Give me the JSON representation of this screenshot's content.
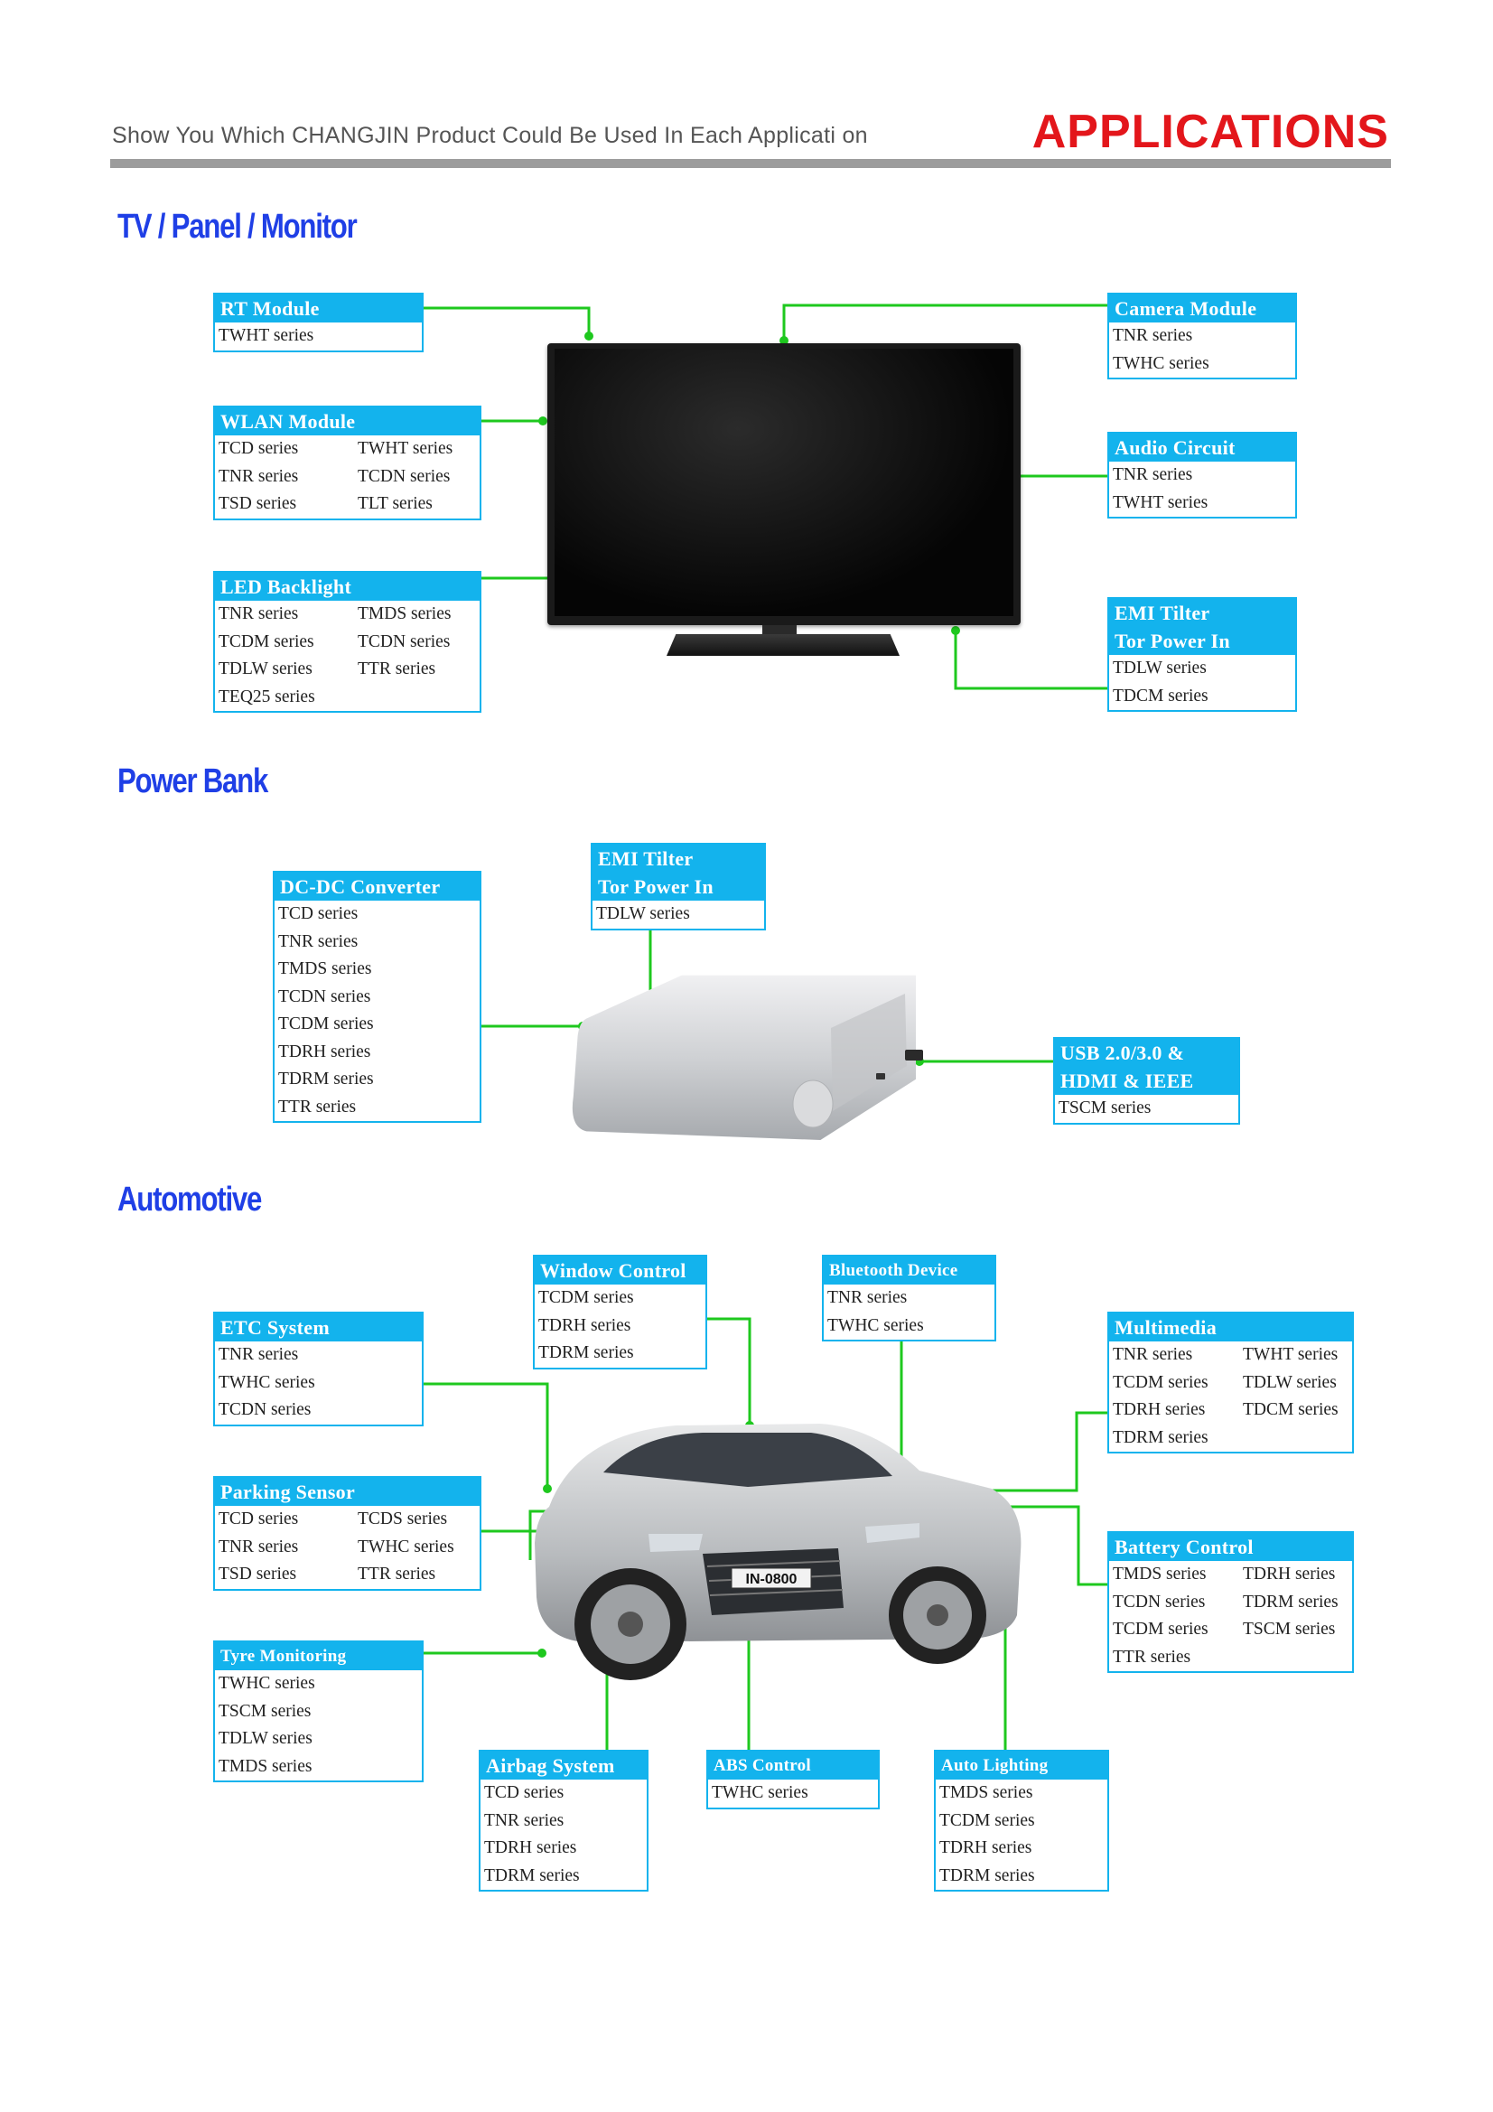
{
  "header": {
    "subtitle": "Show You Which CHANGJIN Product Could Be Used In Each Applicati on",
    "title": "APPLICATIONS"
  },
  "sections": {
    "tv": "TV / Panel / Monitor",
    "powerbank": "Power Bank",
    "automotive": "Automotive"
  },
  "tv": {
    "rt": {
      "title": "RT Module",
      "items": [
        "TWHT series"
      ]
    },
    "wlan": {
      "title": "WLAN Module",
      "items": [
        "TCD series",
        "TWHT series",
        "TNR series",
        "TCDN series",
        "TSD series",
        "TLT series"
      ]
    },
    "led": {
      "title": "LED Backlight",
      "items": [
        "TNR series",
        "TMDS series",
        "TCDM series",
        "TCDN series",
        "TDLW series",
        "TTR series",
        "TEQ25 series"
      ]
    },
    "camera": {
      "title": "Camera Module",
      "items": [
        "TNR series",
        "TWHC series"
      ]
    },
    "audio": {
      "title": "Audio Circuit",
      "items": [
        "TNR series",
        "TWHT series"
      ]
    },
    "emi": {
      "title1": "EMI Tilter",
      "title2": "Tor Power In",
      "items": [
        "TDLW series",
        "TDCM series"
      ]
    }
  },
  "powerbank": {
    "dcdc": {
      "title": "DC-DC Converter",
      "items": [
        "TCD series",
        "TNR series",
        "TMDS series",
        "TCDN series",
        "TCDM series",
        "TDRH series",
        "TDRM series",
        "TTR series"
      ]
    },
    "emi": {
      "title1": "EMI Tilter",
      "title2": "Tor Power In",
      "items": [
        "TDLW series"
      ]
    },
    "usb": {
      "title1": "USB 2.0/3.0 &",
      "title2": "HDMI & IEEE",
      "items": [
        "TSCM series"
      ]
    }
  },
  "automotive": {
    "window": {
      "title": "Window Control",
      "items": [
        "TCDM series",
        "TDRH series",
        "TDRM series"
      ]
    },
    "bluetooth": {
      "title": "Bluetooth Device",
      "items": [
        "TNR series",
        "TWHC series"
      ]
    },
    "etc": {
      "title": "ETC System",
      "items": [
        "TNR series",
        "TWHC series",
        "TCDN series"
      ]
    },
    "multimedia": {
      "title": "Multimedia",
      "items": [
        "TNR series",
        "TWHT series",
        "TCDM series",
        "TDLW series",
        "TDRH series",
        "TDCM series",
        "TDRM series"
      ]
    },
    "parking": {
      "title": "Parking Sensor",
      "items": [
        "TCD series",
        "TCDS series",
        "TNR series",
        "TWHC series",
        "TSD series",
        "TTR series"
      ]
    },
    "battery": {
      "title": "Battery Control",
      "items": [
        "TMDS series",
        "TDRH series",
        "TCDN series",
        "TDRM series",
        "TCDM series",
        "TSCM series",
        "TTR series"
      ]
    },
    "tyre": {
      "title": "Tyre Monitoring",
      "items": [
        "TWHC series",
        "TSCM series",
        "TDLW series",
        "TMDS series"
      ]
    },
    "airbag": {
      "title": "Airbag System",
      "items": [
        "TCD series",
        "TNR series",
        "TDRH series",
        "TDRM series"
      ]
    },
    "abs": {
      "title": "ABS Control",
      "items": [
        "TWHC series"
      ]
    },
    "lighting": {
      "title": "Auto Lighting",
      "items": [
        "TMDS series",
        "TCDM series",
        "TDRH series",
        "TDRM series"
      ]
    },
    "plate": "IN-0800"
  },
  "colors": {
    "accent": "#13b3ed",
    "connector": "#1ec81e",
    "title": "#e3161b",
    "section": "#1f3fe6"
  }
}
